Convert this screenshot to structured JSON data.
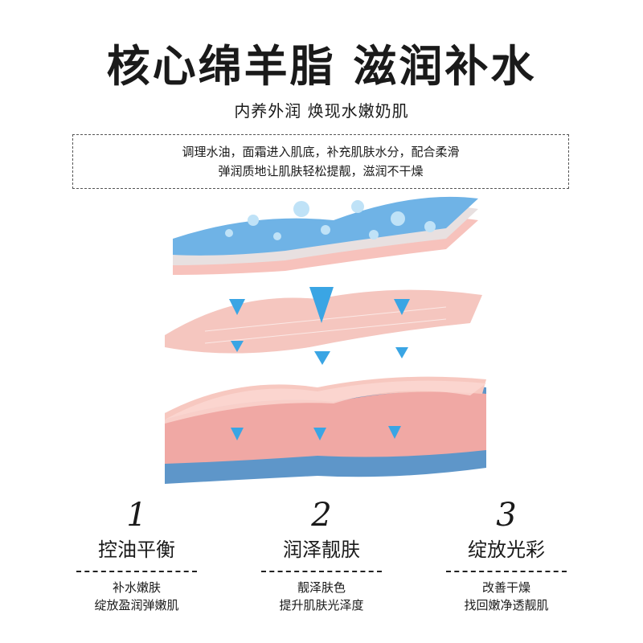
{
  "header": {
    "title": "核心绵羊脂 滋润补水",
    "subtitle": "内养外润 焕现水嫩奶肌"
  },
  "description": {
    "line1": "调理水油，面霜进入肌底，补充肌肤水分，配合柔滑",
    "line2": "弹润质地让肌肤轻松提靓，滋润不干燥"
  },
  "illustration": {
    "icon": "skin-layers-illustration",
    "colors": {
      "water": "#6fb3e6",
      "skin": "#f5b9b1",
      "deep": "#5e96c9",
      "arrow": "#3aa5e4"
    }
  },
  "features": [
    {
      "number": "1",
      "name": "控油平衡",
      "line1": "补水嫩肤",
      "line2": "绽放盈润弹嫩肌"
    },
    {
      "number": "2",
      "name": "润泽靓肤",
      "line1": "靓泽肤色",
      "line2": "提升肌肤光泽度"
    },
    {
      "number": "3",
      "name": "绽放光彩",
      "line1": "改善干燥",
      "line2": "找回嫩净透靓肌"
    }
  ]
}
